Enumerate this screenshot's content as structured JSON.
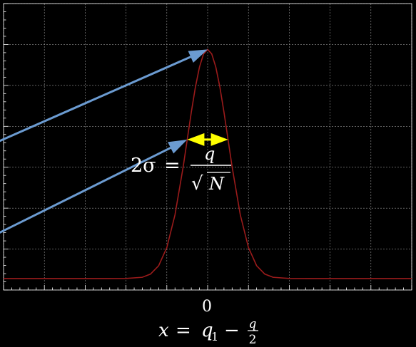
{
  "chart_data": {
    "type": "line",
    "title": "",
    "grid": true,
    "background_color": "#000000",
    "grid_color": "#9a9a9a",
    "axis_color": "#ffffff",
    "x_tick_labels": [
      "0"
    ],
    "x_tick_values": [
      0
    ],
    "xlim": [
      -5,
      5
    ],
    "ylim": [
      -0.05,
      1.2
    ],
    "xlabel": {
      "var": "x",
      "eq": "=",
      "q1": "q",
      "q1_sub": "1",
      "minus": "−",
      "frac_num": "q",
      "frac_den": "2"
    },
    "series": [
      {
        "color": "#9b1b1b",
        "points": [
          [
            -5,
            0.0
          ],
          [
            -2.5,
            0.0
          ],
          [
            -2.0,
            0.0003
          ],
          [
            -1.6,
            0.0056
          ],
          [
            -1.4,
            0.0195
          ],
          [
            -1.2,
            0.0561
          ],
          [
            -1.0,
            0.1353
          ],
          [
            -0.8,
            0.278
          ],
          [
            -0.6,
            0.4868
          ],
          [
            -0.5,
            0.6065
          ],
          [
            -0.4,
            0.7261
          ],
          [
            -0.3,
            0.8353
          ],
          [
            -0.2,
            0.9231
          ],
          [
            -0.1,
            0.9802
          ],
          [
            0,
            1.0
          ],
          [
            0.1,
            0.9802
          ],
          [
            0.2,
            0.9231
          ],
          [
            0.3,
            0.8353
          ],
          [
            0.4,
            0.7261
          ],
          [
            0.5,
            0.6065
          ],
          [
            0.6,
            0.4868
          ],
          [
            0.8,
            0.278
          ],
          [
            1.0,
            0.1353
          ],
          [
            1.2,
            0.0561
          ],
          [
            1.4,
            0.0195
          ],
          [
            1.6,
            0.0056
          ],
          [
            2.0,
            0.0003
          ],
          [
            2.5,
            0.0
          ],
          [
            5,
            0.0
          ]
        ]
      }
    ],
    "annotations": {
      "equation": {
        "lhs": "2σ",
        "eq": "=",
        "num": "q",
        "den_sym": "√",
        "den_var": "N"
      },
      "width_arrow": {
        "x_from": -0.5,
        "x_to": 0.5,
        "y": 0.6065,
        "color": "#ffff00"
      },
      "pointer_arrows": [
        {
          "from": [
            -5.1,
            0.6
          ],
          "to": [
            0,
            1.0
          ],
          "color": "#6b9bd1"
        },
        {
          "from": [
            -5.1,
            0.2
          ],
          "to": [
            -0.5,
            0.6065
          ],
          "color": "#6b9bd1"
        }
      ]
    }
  }
}
